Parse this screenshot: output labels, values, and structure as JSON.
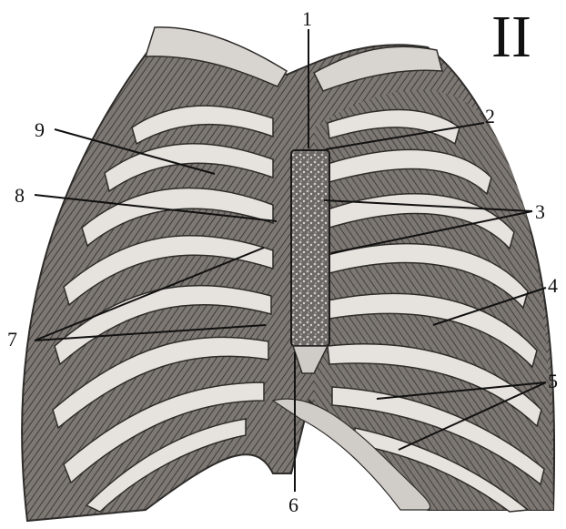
{
  "figure": {
    "panel_label": "II",
    "labels": {
      "l1": "1",
      "l2": "2",
      "l3": "3",
      "l4": "4",
      "l5": "5",
      "l6": "6",
      "l7": "7",
      "l8": "8",
      "l9": "9"
    }
  },
  "colors": {
    "background": "#ffffff",
    "bone": "#e6e2dd",
    "muscle": "#8a8580",
    "muscle_dark": "#3c3a38",
    "sternum_cut": "#5b5957",
    "line": "#111111"
  }
}
